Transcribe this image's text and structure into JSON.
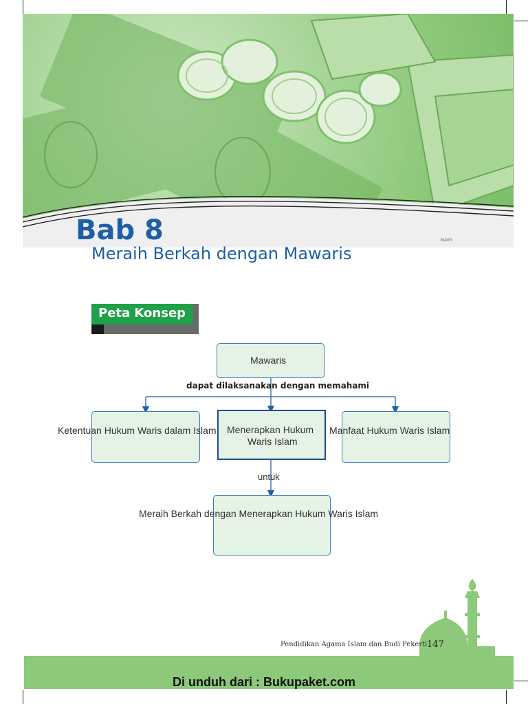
{
  "header": {
    "chapter": "Bab 8",
    "title": "Meraih Berkah dengan Mawaris",
    "image_credit": "Isom"
  },
  "concept_map": {
    "badge": "Peta Konsep",
    "root": "Mawaris",
    "connector": "dapat dilaksanakan dengan memahami",
    "left": "Ketentuan Hukum Waris dalam Islam",
    "center_line1": "Menerapkan Hukum",
    "center_line2": "Waris Islam",
    "right": "Manfaat Hukum Waris Islam",
    "purpose_label": "untuk",
    "bottom": "Meraih Berkah dengan Menerapkan Hukum Waris Islam"
  },
  "footer": {
    "book_title": "Pendidikan Agama Islam dan Budi Pekerti",
    "page_number": "147",
    "download_note": "Di unduh dari : Bukupaket.com"
  },
  "colors": {
    "title_blue": "#1c5fa8",
    "badge_green": "#1fa14a",
    "band_green": "#8cc97a",
    "box_fill": "#e5f3e6"
  }
}
